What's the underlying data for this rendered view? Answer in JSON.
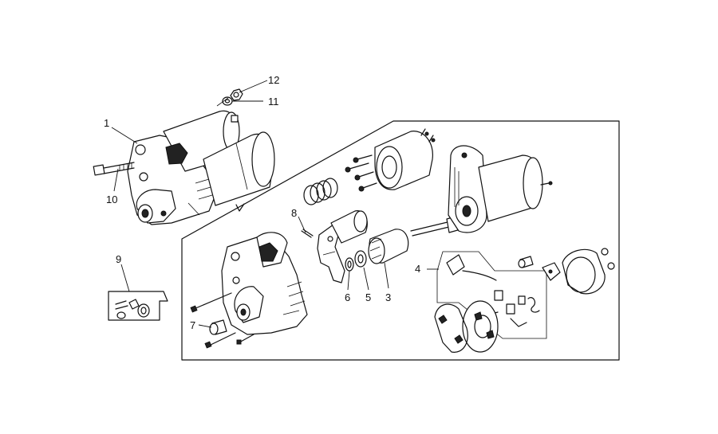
{
  "callouts": [
    {
      "id": "1",
      "label": "1"
    },
    {
      "id": "3",
      "label": "3"
    },
    {
      "id": "4",
      "label": "4"
    },
    {
      "id": "5",
      "label": "5"
    },
    {
      "id": "6",
      "label": "6"
    },
    {
      "id": "7",
      "label": "7"
    },
    {
      "id": "8",
      "label": "8"
    },
    {
      "id": "9",
      "label": "9"
    },
    {
      "id": "10",
      "label": "10"
    },
    {
      "id": "11",
      "label": "11"
    },
    {
      "id": "12",
      "label": "12"
    }
  ],
  "colors": {
    "ink": "#111111",
    "background": "#ffffff"
  }
}
